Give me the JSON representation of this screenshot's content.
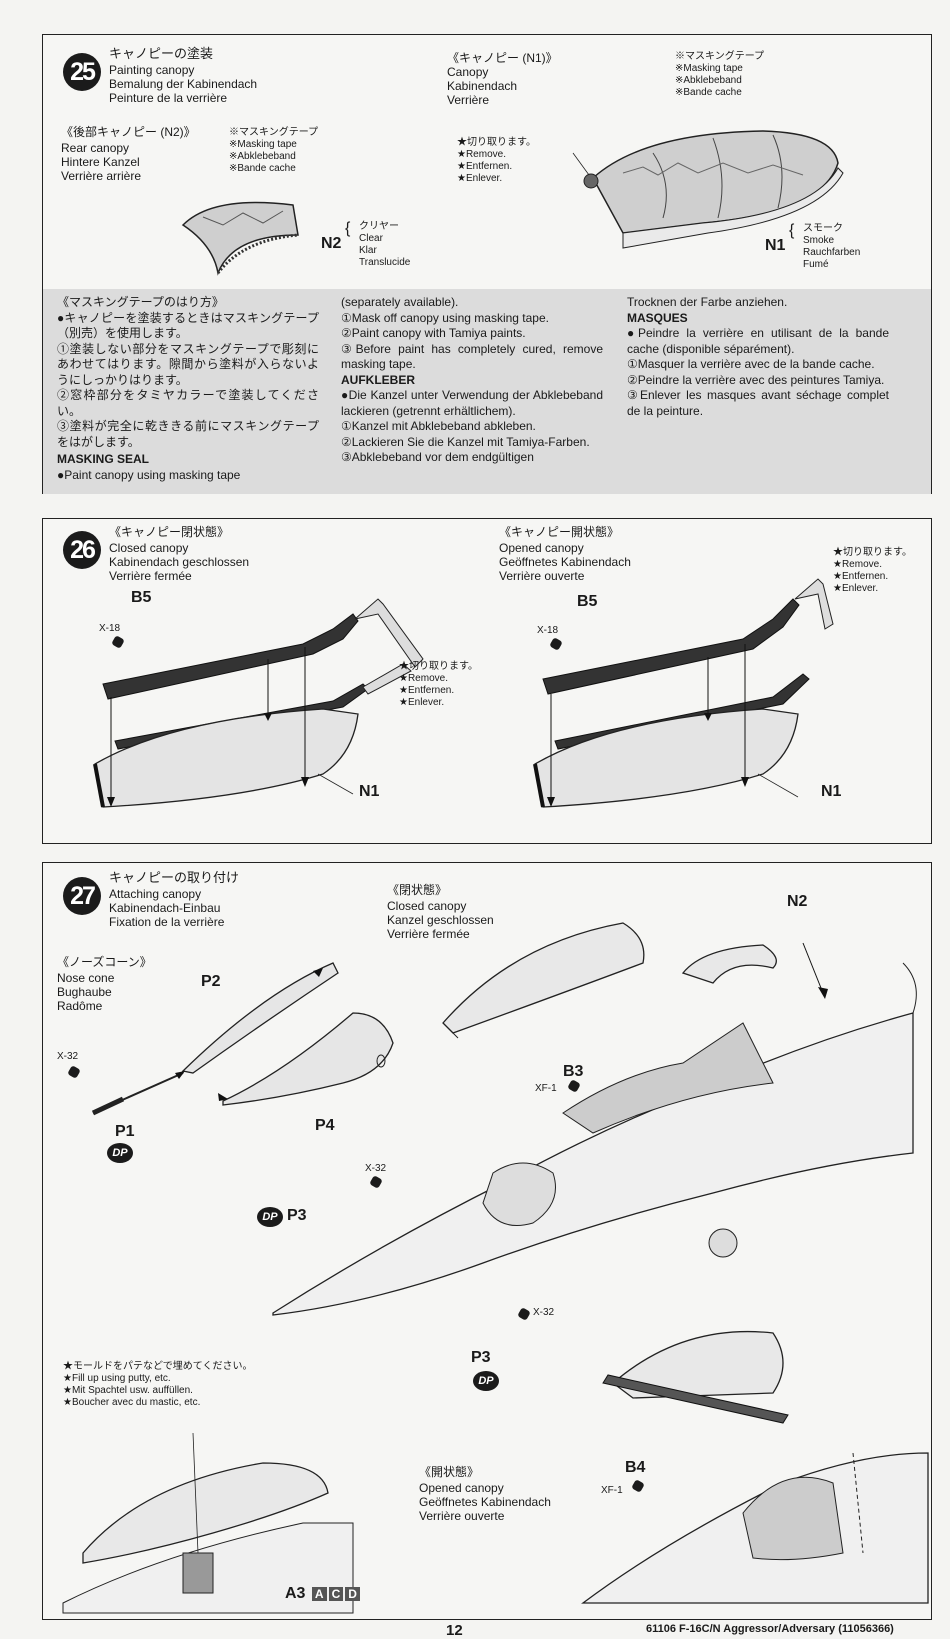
{
  "step25": {
    "number": "25",
    "title": [
      "キャノピーの塗装",
      "Painting canopy",
      "Bemalung der Kabinendach",
      "Peinture de la verrière"
    ],
    "n1_header": [
      "《キャノピー (N1)》",
      "Canopy",
      "Kabinendach",
      "Verrière"
    ],
    "rear_header": [
      "《後部キャノピー (N2)》",
      "Rear canopy",
      "Hintere Kanzel",
      "Verrière arrière"
    ],
    "masking_note": [
      "※マスキングテープ",
      "※Masking tape",
      "※Abklebeband",
      "※Bande cache"
    ],
    "remove_note": [
      "★切り取ります。",
      "★Remove.",
      "★Entfernen.",
      "★Enlever."
    ],
    "n2_label": "N2",
    "n2_color": [
      "クリヤー",
      "Clear",
      "Klar",
      "Translucide"
    ],
    "n1_label": "N1",
    "n1_color": [
      "スモーク",
      "Smoke",
      "Rauchfarben",
      "Fumé"
    ],
    "masking_text": {
      "col1": [
        "《マスキングテープのはり方》",
        "●キャノピーを塗装するときはマスキングテープ（別売）を使用します。",
        "①塗装しない部分をマスキングテープで彫刻にあわせてはります。隙間から塗料が入らないようにしっかりはります。",
        "②窓枠部分をタミヤカラーで塗装してください。",
        "③塗料が完全に乾ききる前にマスキングテープをはがします。",
        "MASKING SEAL",
        "●Paint canopy using masking tape"
      ],
      "col2": [
        "(separately available).",
        "①Mask off canopy using masking tape.",
        "②Paint canopy with Tamiya paints.",
        "③Before paint has completely cured, remove masking tape.",
        "AUFKLEBER",
        "●Die Kanzel unter Verwendung der Abklebeband lackieren (getrennt erhältlichem).",
        "①Kanzel mit Abklebeband abkleben.",
        "②Lackieren Sie die Kanzel mit Tamiya-Farben.",
        "③Abklebeband vor dem endgültigen"
      ],
      "col3": [
        "Trocknen der Farbe anziehen.",
        "MASQUES",
        "●Peindre la verrière en utilisant de la bande cache (disponible séparément).",
        "①Masquer la verrière avec de la bande cache.",
        "②Peindre la verrière avec des peintures Tamiya.",
        "③Enlever les masques avant séchage complet de la peinture."
      ]
    }
  },
  "step26": {
    "number": "26",
    "closed_header": [
      "《キャノピー閉状態》",
      "Closed canopy",
      "Kabinendach geschlossen",
      "Verrière fermée"
    ],
    "opened_header": [
      "《キャノピー開状態》",
      "Opened canopy",
      "Geöffnetes Kabinendach",
      "Verrière ouverte"
    ],
    "remove_note": [
      "★切り取ります。",
      "★Remove.",
      "★Entfernen.",
      "★Enlever."
    ],
    "b5_label": "B5",
    "x18_label": "X-18",
    "n1_label": "N1"
  },
  "step27": {
    "number": "27",
    "title": [
      "キャノピーの取り付け",
      "Attaching canopy",
      "Kabinendach-Einbau",
      "Fixation de la verrière"
    ],
    "closed_header": [
      "《閉状態》",
      "Closed canopy",
      "Kanzel geschlossen",
      "Verrière fermée"
    ],
    "nose_header": [
      "《ノーズコーン》",
      "Nose cone",
      "Bughaube",
      "Radôme"
    ],
    "opened_header": [
      "《開状態》",
      "Opened canopy",
      "Geöffnetes Kabinendach",
      "Verrière ouverte"
    ],
    "putty_note": [
      "★モールドをパテなどで埋めてください。",
      "★Fill up using putty, etc.",
      "★Mit Spachtel usw. auffüllen.",
      "★Boucher avec du mastic, etc."
    ],
    "parts": {
      "p1": "P1",
      "p2": "P2",
      "p3": "P3",
      "p4": "P4",
      "n2": "N2",
      "b3": "B3",
      "b4": "B4",
      "a3": "A3"
    },
    "x32": "X-32",
    "xf1": "XF-1",
    "dp": "DP",
    "a3_variants": [
      "A",
      "C",
      "D"
    ]
  },
  "footer": {
    "page_number": "12",
    "product": "61106 F-16C/N Aggressor/Adversary (11056366)"
  }
}
